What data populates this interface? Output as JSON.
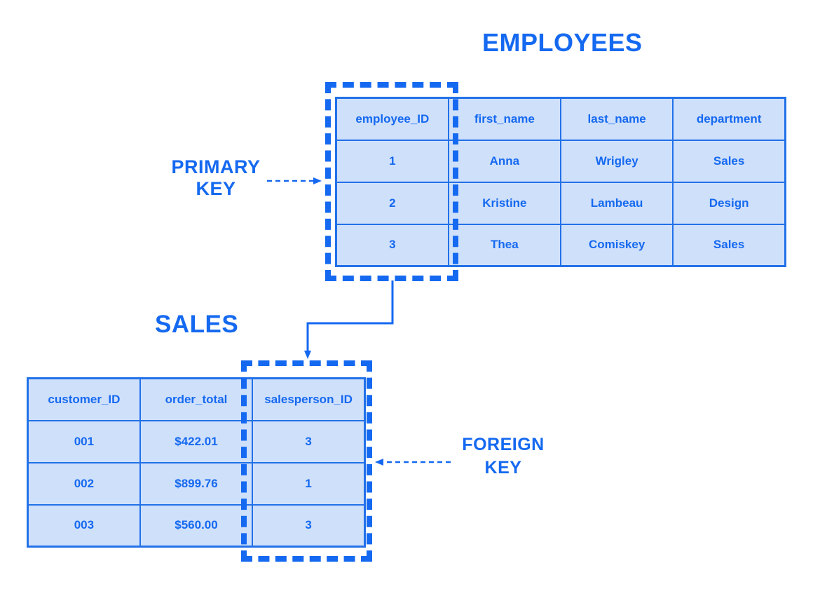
{
  "colors": {
    "accent": "#1569f0",
    "table_border": "#2271e8",
    "cell_background": "#cfe0fb",
    "canvas_background": "#ffffff"
  },
  "employees_table": {
    "title": "EMPLOYEES",
    "columns": [
      "employee_ID",
      "first_name",
      "last_name",
      "department"
    ],
    "rows": [
      [
        "1",
        "Anna",
        "Wrigley",
        "Sales"
      ],
      [
        "2",
        "Kristine",
        "Lambeau",
        "Design"
      ],
      [
        "3",
        "Thea",
        "Comiskey",
        "Sales"
      ]
    ],
    "highlighted_column": "employee_ID"
  },
  "sales_table": {
    "title": "SALES",
    "columns": [
      "customer_ID",
      "order_total",
      "salesperson_ID"
    ],
    "rows": [
      [
        "001",
        "$422.01",
        "3"
      ],
      [
        "002",
        "$899.76",
        "1"
      ],
      [
        "003",
        "$560.00",
        "3"
      ]
    ],
    "highlighted_column": "salesperson_ID"
  },
  "annotations": {
    "primary_key": {
      "line1": "PRIMARY",
      "line2": "KEY"
    },
    "foreign_key": {
      "line1": "FOREIGN",
      "line2": "KEY"
    }
  }
}
